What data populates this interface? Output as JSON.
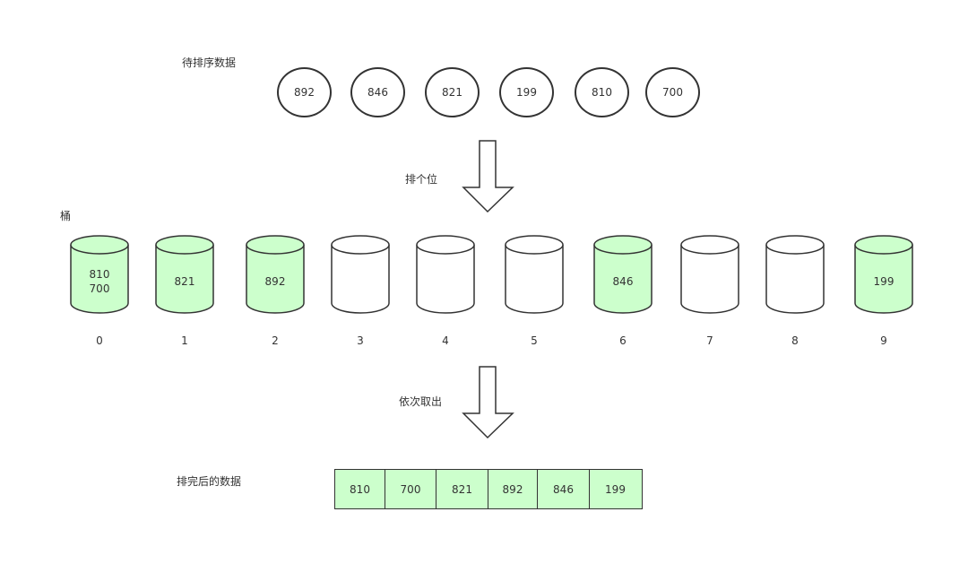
{
  "labels": {
    "input": "待排序数据",
    "step": "排个位",
    "buckets": "桶",
    "collect": "依次取出",
    "sorted": "排完后的数据"
  },
  "input_values": [
    "892",
    "846",
    "821",
    "199",
    "810",
    "700"
  ],
  "buckets": [
    {
      "index": "0",
      "values": [
        "810",
        "700"
      ],
      "filled": true
    },
    {
      "index": "1",
      "values": [
        "821"
      ],
      "filled": true
    },
    {
      "index": "2",
      "values": [
        "892"
      ],
      "filled": true
    },
    {
      "index": "3",
      "values": [],
      "filled": false
    },
    {
      "index": "4",
      "values": [],
      "filled": false
    },
    {
      "index": "5",
      "values": [],
      "filled": false
    },
    {
      "index": "6",
      "values": [
        "846"
      ],
      "filled": true
    },
    {
      "index": "7",
      "values": [],
      "filled": false
    },
    {
      "index": "8",
      "values": [],
      "filled": false
    },
    {
      "index": "9",
      "values": [
        "199"
      ],
      "filled": true
    }
  ],
  "sorted_values": [
    "810",
    "700",
    "821",
    "892",
    "846",
    "199"
  ],
  "colors": {
    "fill": "#ccffcc",
    "stroke": "#333333",
    "empty": "#ffffff"
  }
}
